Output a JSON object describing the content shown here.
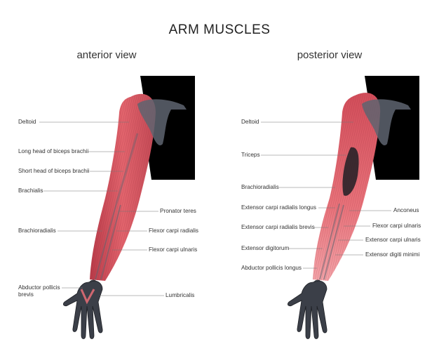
{
  "title": "ARM MUSCLES",
  "views": {
    "anterior": {
      "heading": "anterior view",
      "labels": {
        "deltoid": "Deltoid",
        "long_head_biceps": "Long head of biceps brachii",
        "short_head_biceps": "Short head of biceps brachii",
        "brachialis": "Brachialis",
        "brachioradialis": "Brachioradialis",
        "abductor_pollicis_brevis": "Abductor pollicis brevis",
        "pronator_teres": "Pronator teres",
        "flexor_carpi_radialis": "Flexor carpi radialis",
        "flexor_carpi_ulnaris": "Flexor carpi ulnaris",
        "lumbricalis": "Lumbricalis"
      }
    },
    "posterior": {
      "heading": "posterior view",
      "labels": {
        "deltoid": "Deltoid",
        "triceps": "Triceps",
        "brachioradialis": "Brachioradialis",
        "extensor_carpi_radialis_longus": "Extensor carpi radialis longus",
        "extensor_carpi_radialis_brevis": "Extensor carpi radialis brevis",
        "extensor_digitorum": "Extensor digitorum",
        "abductor_pollicis_longus": "Abductor pollicis longus",
        "anconeus": "Anconeus",
        "flexor_carpi_ulnaris": "Flexor carpi ulnaris",
        "extensor_carpi_ulnaris": "Extensor carpi ulnaris",
        "extensor_digiti_minimi": "Extensor digiti minimi"
      }
    }
  },
  "colors": {
    "muscle": "#d9535f",
    "muscle_light": "#f08a92",
    "bone": "#5e6470",
    "silhouette": "#000000",
    "leader": "#777777"
  }
}
